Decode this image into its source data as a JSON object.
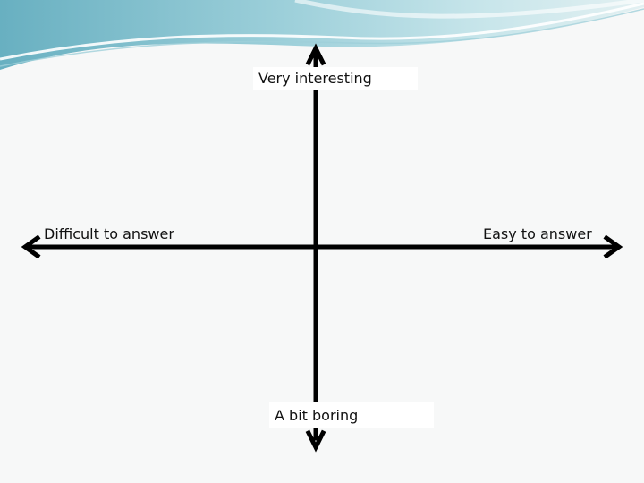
{
  "diagram": {
    "axis_labels": {
      "top": "Very interesting",
      "bottom": "A bit boring",
      "left": "Difficult to answer",
      "right": "Easy to answer"
    }
  },
  "colors": {
    "background": "#f7f8f8",
    "banner_teal": "#6fb3c2",
    "banner_light": "#b9dfe6",
    "axis": "#000000",
    "label_box": "#ffffff"
  }
}
